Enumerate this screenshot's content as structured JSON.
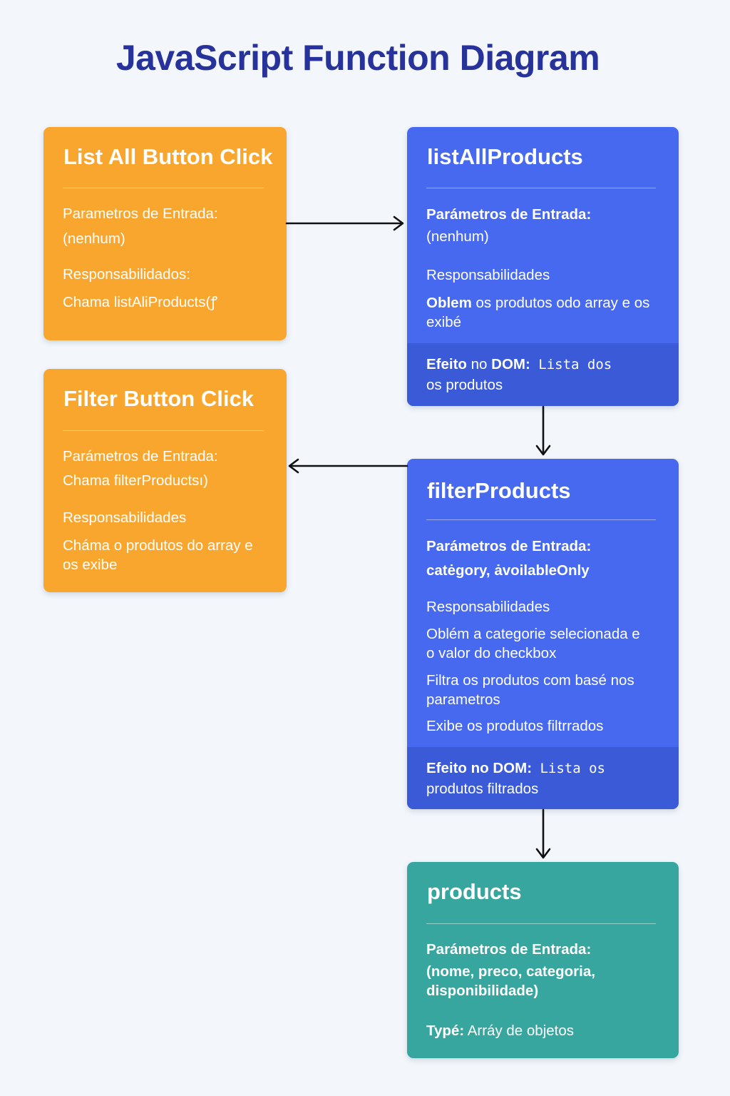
{
  "title": "JavaScript Function Diagram",
  "colors": {
    "title": "#27339a",
    "event_card": "#f9a62e",
    "function_card": "#4769ef",
    "function_footer": "#3b5ad8",
    "data_card": "#36a69e",
    "background": "#f3f7fc",
    "arrow": "#111111"
  },
  "cards": {
    "list_all_click": {
      "title": "List All Button Click",
      "params_label": "Parametros de Entrada:",
      "params_value": "(nenhum)",
      "resp_label": "Responsabilidados:",
      "resp_items": [
        "Chama listAliProducts(ꝭ"
      ]
    },
    "filter_click": {
      "title": "Filter Button Click",
      "params_label": "Parámetros de Entrada:",
      "params_value": "Chama filterProductsı)",
      "resp_label": "Responsabilidades",
      "resp_items": [
        "Cháma o produtos do array e os exibe"
      ]
    },
    "list_all_products": {
      "title": "listAllProducts",
      "params_label": "Parámetros de Entrada:",
      "params_value": "(nenhum)",
      "resp_label": "Responsabilidades",
      "resp_items": [
        {
          "bold": "Oblem",
          "rest": " os produtos odo array e os exibé"
        }
      ],
      "dom_label_1": "Efeito",
      "dom_label_2": " no ",
      "dom_label_3": "DOM:",
      "dom_value_mono": " Lista dos",
      "dom_value_rest": "os produtos"
    },
    "filter_products": {
      "title": "filterProducts",
      "params_label": "Parámetros de Entrada:",
      "params_value": "catėgory,  ȧvoilableOnly",
      "resp_label": "Responsabilidades",
      "resp_items": [
        "Oblém a categorie selecionada e o valor do checkbox",
        "Filtra os produtos com basé nos parametros",
        "Exibe os produtos filtrrados"
      ],
      "dom_label": "Efeito no DOM:",
      "dom_value_mono": " Lista os",
      "dom_value_rest": "produtos filtrados"
    },
    "products": {
      "title": "products",
      "params_label": "Parámetros de Entrada:",
      "params_value": "(nome, preco, categoria, disponibilidade)",
      "type_label": "Typé:",
      "type_value": " Arráy de objetos"
    }
  },
  "arrows": [
    {
      "from": "List All Button Click",
      "to": "listAllProducts"
    },
    {
      "from": "listAllProducts",
      "to": "filterProducts"
    },
    {
      "from": "filterProducts",
      "to": "Filter Button Click"
    },
    {
      "from": "filterProducts",
      "to": "products"
    }
  ]
}
